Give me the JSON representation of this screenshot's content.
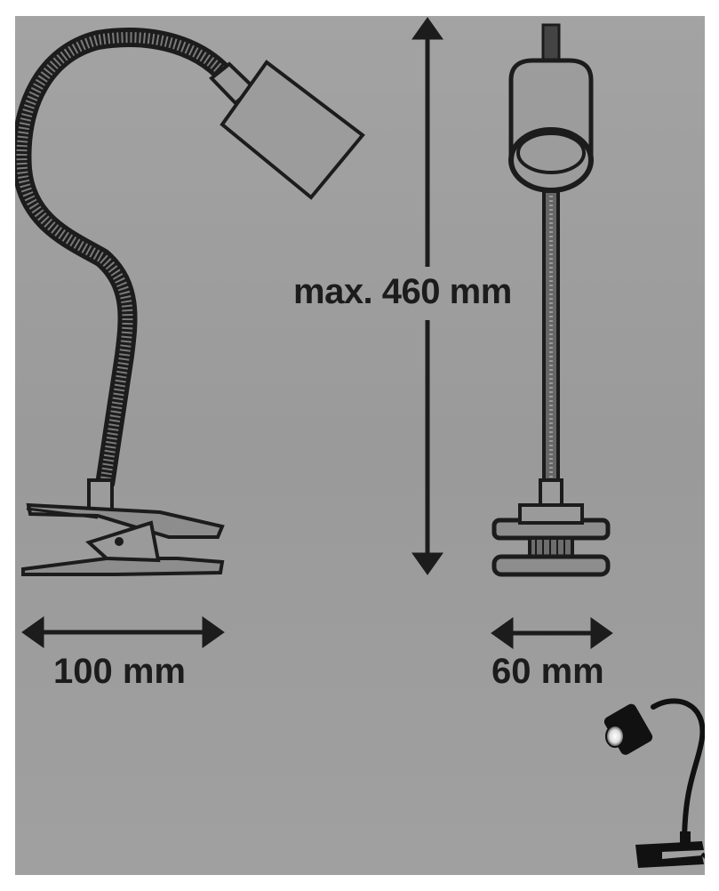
{
  "dimensions": {
    "height_label": "max. 460 mm",
    "width_label": "100 mm",
    "depth_label": "60 mm"
  },
  "colors": {
    "background": "#999999",
    "line": "#1c1c1c",
    "lamp_black": "#111111"
  }
}
